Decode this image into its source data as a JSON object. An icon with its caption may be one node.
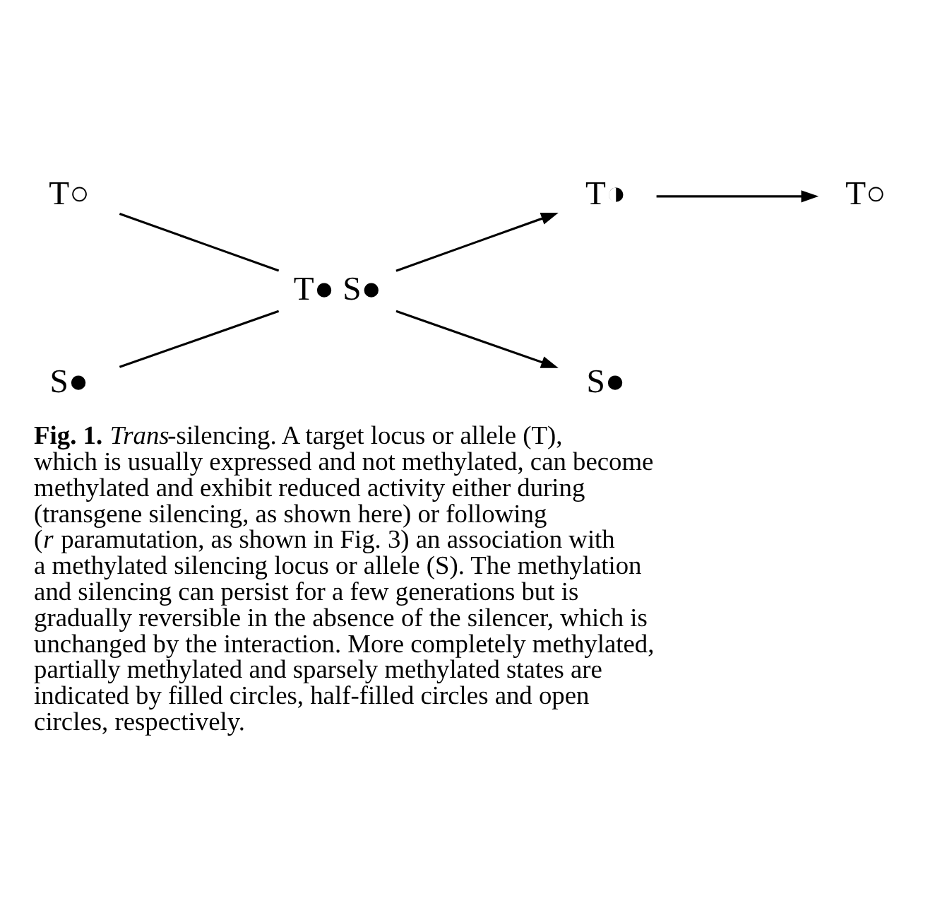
{
  "diagram": {
    "caption": "**Fig. 1.** *Trans*-silencing. A target locus or allele (T), which is usually expressed and not methylated, can become methylated and exhibit reduced activity either during (transgene silencing, as shown here) or following (*r* paramutation, as shown in Fig. 3) an association with a methylated silencing locus or allele (S). The methylation and silencing can persist for a few generations but is gradually reversible in the absence of the silencer, which is unchanged by the interaction. More completely methylated, partially methylated and sparsely methylated states are indicated by filled circles, half-filled circles and open circles, respectively.",
    "nodes": [
      {
        "text": [
          "T○"
        ]
      },
      {
        "text": [
          "S●"
        ]
      },
      {
        "text": [
          "T● S●"
        ]
      },
      {
        "text": [
          "T◑"
        ]
      },
      {
        "text": [
          "T○"
        ]
      },
      {
        "text": [
          "S●"
        ]
      }
    ],
    "edges": [
      {
        "from": 0,
        "to": 2,
        "arrow": "none"
      },
      {
        "from": 1,
        "to": 2,
        "arrow": "none"
      },
      {
        "from": 2,
        "to": 3,
        "arrow": "to"
      },
      {
        "from": 2,
        "to": 5,
        "arrow": "to"
      },
      {
        "from": 3,
        "to": 4,
        "arrow": "to"
      }
    ]
  }
}
